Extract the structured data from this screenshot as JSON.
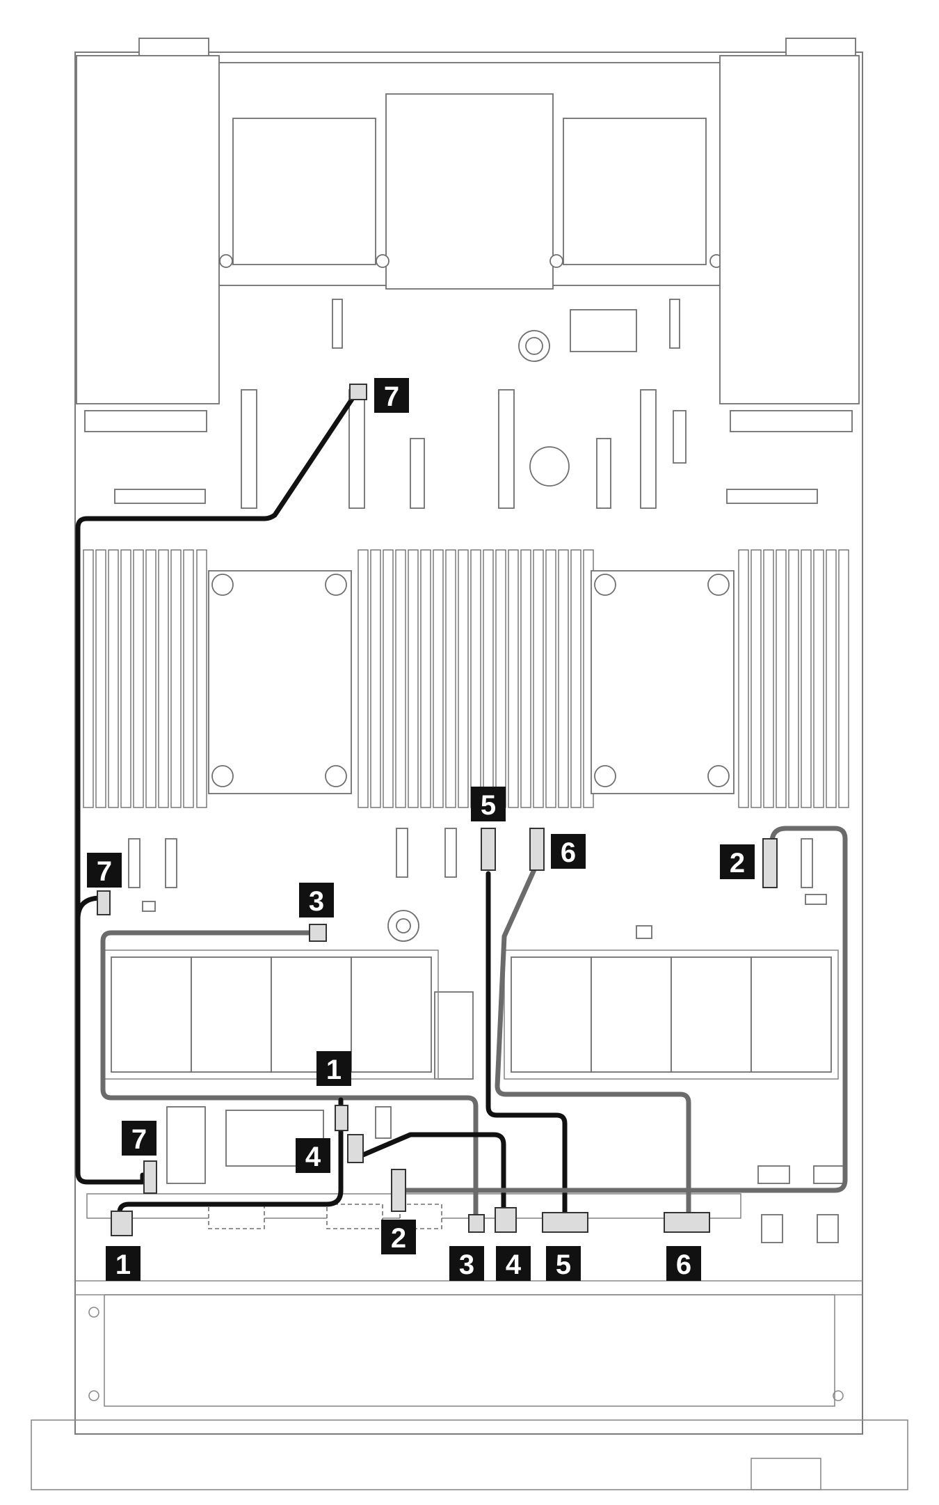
{
  "callouts": {
    "c1_top": "1",
    "c1_bottom": "1",
    "c2_right": "2",
    "c2_bottom": "2",
    "c3_top": "3",
    "c3_bottom": "3",
    "c4_top": "4",
    "c4_bottom": "4",
    "c5_top": "5",
    "c5_bottom": "5",
    "c6_top": "6",
    "c6_bottom": "6",
    "c7_top": "7",
    "c7_left": "7",
    "c7_lower": "7"
  },
  "colors": {
    "cable_dark": "#111111",
    "cable_grey": "#6b6b6b",
    "callout_bg": "#111111",
    "callout_text": "#ffffff",
    "line": "#7a7a7a"
  }
}
